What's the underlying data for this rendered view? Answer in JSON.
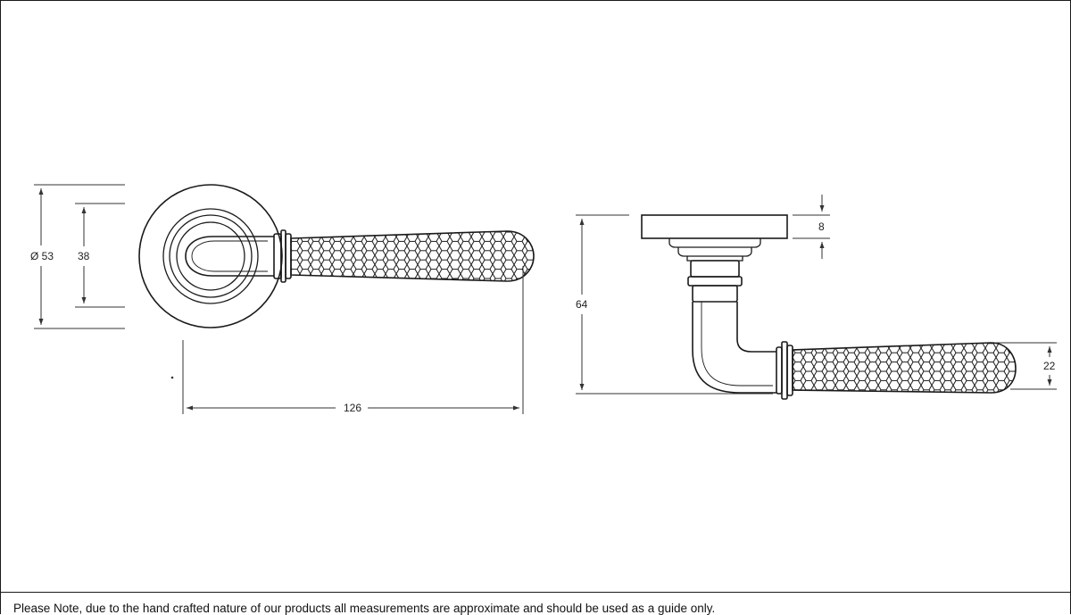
{
  "dimensions": {
    "rose_diameter": "Ø 53",
    "boss_diameter": "38",
    "overall_length": "126",
    "projection": "64",
    "rose_thickness": "8",
    "lever_height": "22"
  },
  "footer": {
    "note": "Please Note, due to the hand crafted nature of our products all measurements are approximate and should be used as a guide only."
  },
  "colors": {
    "line": "#1a1a1a",
    "dimension_line": "#333333",
    "background": "#ffffff"
  }
}
